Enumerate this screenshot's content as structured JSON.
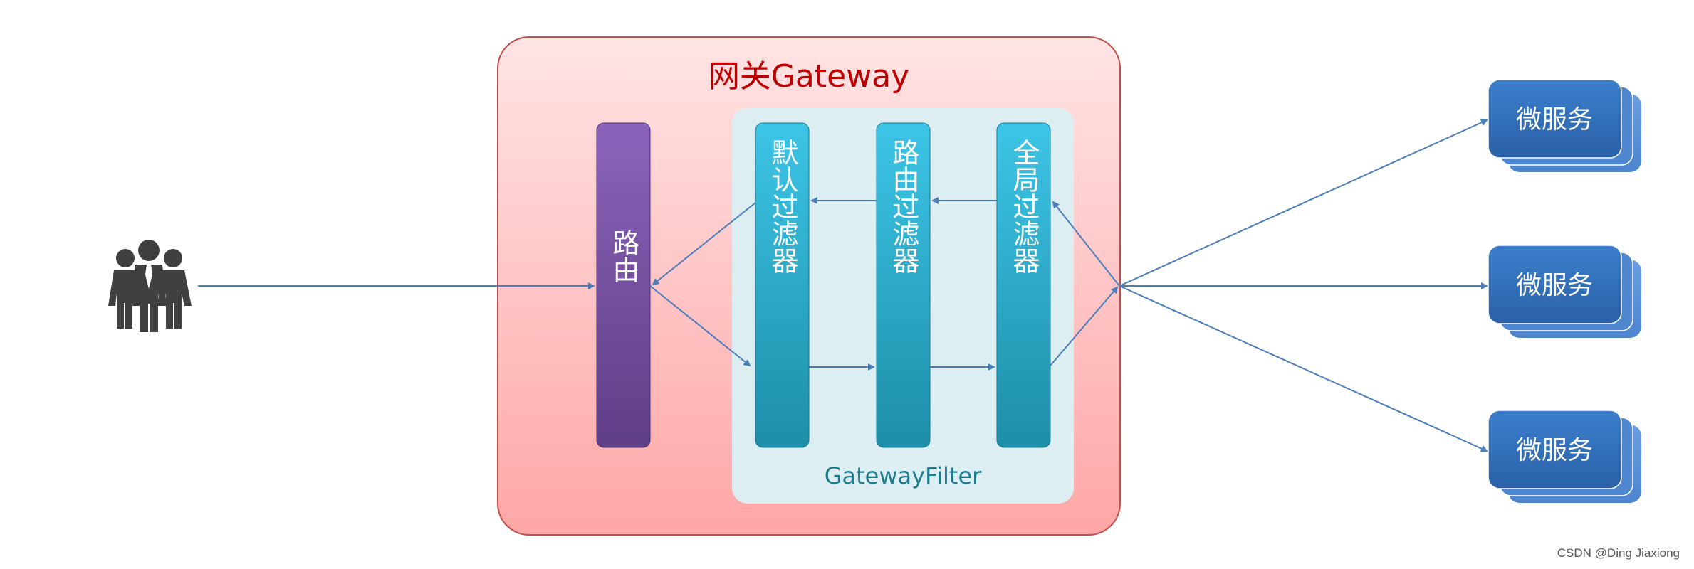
{
  "gateway": {
    "title": "网关Gateway"
  },
  "router": {
    "label": "路由"
  },
  "filter_group": {
    "label": "GatewayFilter",
    "filters": [
      {
        "label": "默认过滤器"
      },
      {
        "label": "路由过滤器"
      },
      {
        "label": "全局过滤器"
      }
    ]
  },
  "services": [
    {
      "label": "微服务"
    },
    {
      "label": "微服务"
    },
    {
      "label": "微服务"
    }
  ],
  "client": {
    "icon": "users-group-icon"
  },
  "watermark": "CSDN @Ding Jiaxiong",
  "colors": {
    "gateway_fill_top": "#ffe3e4",
    "gateway_fill_bottom": "#ffa9a9",
    "gateway_border": "#c0504d",
    "title": "#c00000",
    "router_top": "#8e66bd",
    "router_bottom": "#5f3f86",
    "filter_top": "#3ec6e8",
    "filter_bottom": "#1c8fa9",
    "filter_area": "#ddeef2",
    "filter_label": "#1e7b90",
    "service": "#2e6db5",
    "arrow": "#4a7ebb",
    "people": "#404040"
  }
}
